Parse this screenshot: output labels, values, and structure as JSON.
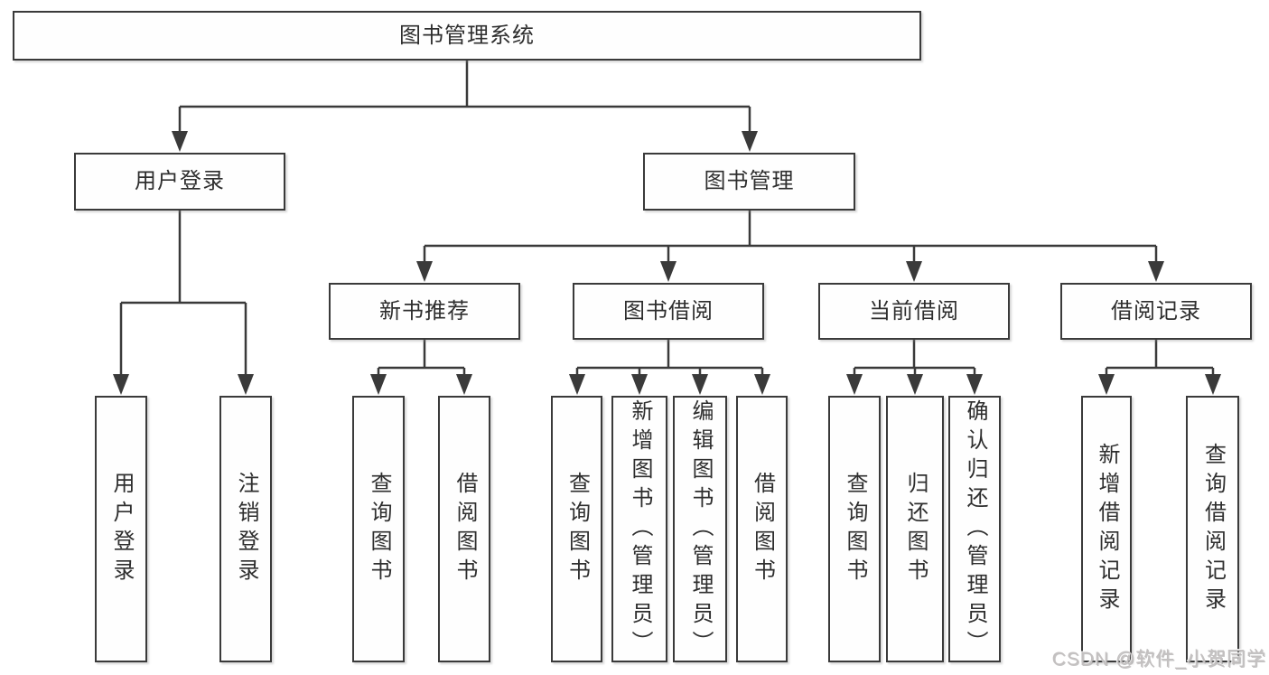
{
  "diagram": {
    "root": {
      "label": "图书管理系统"
    },
    "level2": [
      {
        "label": "用户登录"
      },
      {
        "label": "图书管理"
      }
    ],
    "level3": [
      {
        "label": "新书推荐"
      },
      {
        "label": "图书借阅"
      },
      {
        "label": "当前借阅"
      },
      {
        "label": "借阅记录"
      }
    ],
    "leaves": {
      "user_login": [
        "用户登录",
        "注销登录"
      ],
      "new_book": [
        "查询图书",
        "借阅图书"
      ],
      "book_borrow": [
        "查询图书",
        "新增图书（管理员）",
        "编辑图书（管理员）",
        "借阅图书"
      ],
      "current_borrow": [
        "查询图书",
        "归还图书",
        "确认归还（管理员）"
      ],
      "borrow_record": [
        "新增借阅记录",
        "查询借阅记录"
      ]
    }
  },
  "watermark": {
    "text": "CSDN @软件_小贺同学"
  },
  "colors": {
    "line": "#3a3a3a",
    "box_border": "#3a3a3a",
    "box_fill": "#fefefe",
    "text": "#2e2e2e",
    "watermark": "#c3c0c0"
  }
}
